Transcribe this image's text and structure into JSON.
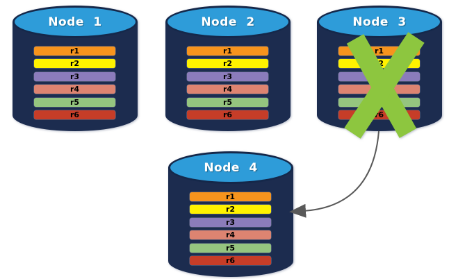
{
  "colors": {
    "canvas-bg": "#FFFFFF",
    "cylinder-body": "#1C2C4F",
    "cylinder-top": "#2E9CD9",
    "cylinder-outline": "#15284A",
    "node-label": "#FFFFFF",
    "row-label": "#000000",
    "failure-x": "#8DC63F",
    "arrow": "#595959"
  },
  "diagram": {
    "row_colors": [
      "#F7941D",
      "#FFF200",
      "#8B7CBB",
      "#DD8471",
      "#95C57F",
      "#C63D28"
    ],
    "nodes": [
      {
        "label": "Node 1",
        "failed": false,
        "rows": [
          "r1",
          "r2",
          "r3",
          "r4",
          "r5",
          "r6"
        ]
      },
      {
        "label": "Node 2",
        "failed": false,
        "rows": [
          "r1",
          "r2",
          "r3",
          "r4",
          "r5",
          "r6"
        ]
      },
      {
        "label": "Node 3",
        "failed": true,
        "rows": [
          "r1",
          "r2",
          "r3",
          "r4",
          "r5",
          "r6"
        ]
      },
      {
        "label": "Node 4",
        "failed": false,
        "rows": [
          "r1",
          "r2",
          "r3",
          "r4",
          "r5",
          "r6"
        ]
      }
    ],
    "arrow": {
      "from": "Node 3",
      "to": "Node 4"
    }
  }
}
